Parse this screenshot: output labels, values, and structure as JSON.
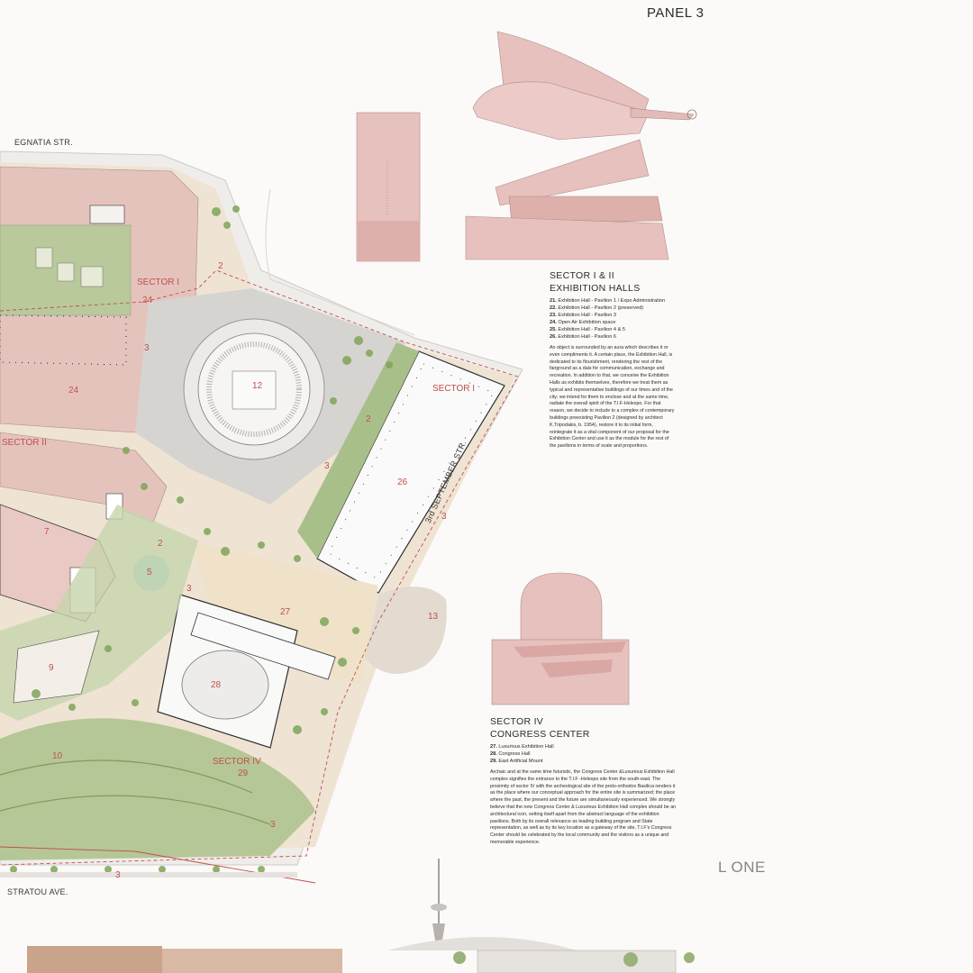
{
  "panel_title": "PANEL 3",
  "streets": {
    "egnatia": "EGNATIA STR.",
    "stratou": "STRATOU AVE.",
    "september": "3rd SEPTEMBER STR."
  },
  "plan_labels": {
    "sector_i_a": "SECTOR I",
    "sector_i_b": "SECTOR I",
    "sector_ii": "SECTOR II",
    "sector_iv": "SECTOR IV",
    "n24a": "24",
    "n24b": "24",
    "n12": "12",
    "n26": "26",
    "n28": "28",
    "n27": "27",
    "n29": "29",
    "n10": "10",
    "n13": "13",
    "n9": "9",
    "n5": "5",
    "n7": "7",
    "n2a": "2",
    "n2b": "2",
    "n2c": "2",
    "n3a": "3",
    "n3b": "3",
    "n3c": "3",
    "n3d": "3",
    "n3e": "3",
    "n3f": "3"
  },
  "sector_1_2": {
    "heading_1": "SECTOR I & II",
    "heading_2": "EXHIBITION HALLS",
    "legend": [
      {
        "num": "21.",
        "text": "Exhibition Hall - Pavilion 1 / Expo Administration"
      },
      {
        "num": "22.",
        "text": "Exhibition Hall - Pavilion 2 (preserved)"
      },
      {
        "num": "23.",
        "text": "Exhibition Hall - Pavilion 3"
      },
      {
        "num": "24.",
        "text": "Open Air Exhibition space"
      },
      {
        "num": "25.",
        "text": "Exhibition Hall - Pavilion 4 & 5"
      },
      {
        "num": "26.",
        "text": "Exhibition Hall - Pavilion 6"
      }
    ],
    "paragraph": "An object is surrounded by an aura which describes it or even compliments it. A certain place, the Exhibition Hall, is dedicated to its flourishment, rendering the rest of the fairground as a dais for communication, exchange and recreation. In addition to that, we conceive the Exhibition Halls as exhibits themselves, therefore we treat them as typical and representative buildings of our times and of the city; we intend for them to enclose and at the same time, radiate the overall spirit of the T.I.F-Helexpo. For that reason, we decide to include to a complex of contemporary buildings preexisting Pavilion 2 (designed by architect K.Tripodakis, b. 1954), restore it to its initial form, reintegrate it as a vital component of our proposal for the Exhibition Center and use it as the module for the rest of the pavilions in terms of scale and proportions."
  },
  "sector_4": {
    "heading_1": "SECTOR IV",
    "heading_2": "CONGRESS CENTER",
    "legend": [
      {
        "num": "27.",
        "text": "Luxurious Exhibition Hall"
      },
      {
        "num": "28.",
        "text": "Congress Hall"
      },
      {
        "num": "29.",
        "text": "East Artificial Mount"
      }
    ],
    "paragraph": "Archaic and at the same time futuristic, the Congress Center &Luxurious Exhibition Hall complex signifies the entrance to the T.I.F -Helexpo site from the south-east. The proximity of sector IV with the archeological site of the proto-orthodox Basilica renders it as the place where our conceptual approach for the entire site is summarized; the place where the past, the present and the future are simultaneously experienced. We strongly believe that the new Congress Center & Luxurious Exhibition Hall complex should be an architectural icon, setting itself apart from the abstract language of the exhibition pavilions. Both by its overall relevance as leading building program and State representation, as well as by its key location as a gateway of the site, T.I.F's Congress Center should be celebrated by the local community and the visitors as a unique and memorable experience."
  },
  "signature": "L ONE",
  "colors": {
    "pink": "#e8c4c1",
    "pink_dark": "#d9a8a4",
    "green": "#a9bf8a",
    "green_dark": "#6f9a4e",
    "sand": "#ede0cc",
    "grey": "#d8d6d3",
    "red_line": "#c0504d"
  }
}
